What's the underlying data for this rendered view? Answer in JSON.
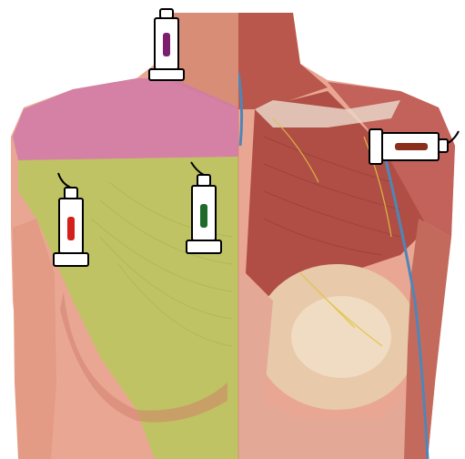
{
  "colors": {
    "background": "#ffffff",
    "skin": "#e9a793",
    "skin_shadow": "#cf7d6b",
    "muscle": "#b9574c",
    "muscle_dark": "#8e3a33",
    "pink_zone": "#d07aa8",
    "green_zone": "#b9c75c",
    "breast_tissue": "#e8c9a9",
    "vessel_blue": "#4f86b8",
    "nerve_yellow": "#e0c441"
  },
  "probes": [
    {
      "name": "purple",
      "color": "#7b1e6e",
      "icon": "ultrasound-probe-icon"
    },
    {
      "name": "brown",
      "color": "#8a2f1c",
      "icon": "ultrasound-probe-icon"
    },
    {
      "name": "red",
      "color": "#d3201a",
      "icon": "ultrasound-probe-icon"
    },
    {
      "name": "green",
      "color": "#1f6b2a",
      "icon": "ultrasound-probe-icon"
    }
  ]
}
